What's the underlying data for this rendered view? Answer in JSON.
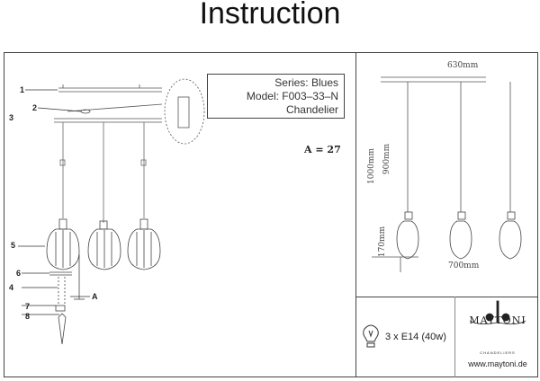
{
  "title": "Instruction",
  "info": {
    "series": "Series: Blues",
    "model": "Model: F003–33–N",
    "type": "Chandelier"
  },
  "parts_count": "A = 27",
  "part_labels": [
    "1",
    "2",
    "3",
    "4",
    "5",
    "6",
    "7",
    "8",
    "A"
  ],
  "dimensions": {
    "width_top": "630mm",
    "height_total": "1000mm",
    "height_cord": "900mm",
    "height_shade": "170mm",
    "width_total": "700mm"
  },
  "bulb": {
    "icon": "lightbulb-icon",
    "text": "3 x E14 (40w)"
  },
  "brand": {
    "name": "MAYTONI",
    "tagline": "CHANDELIERS",
    "url": "www.maytoni.de"
  }
}
